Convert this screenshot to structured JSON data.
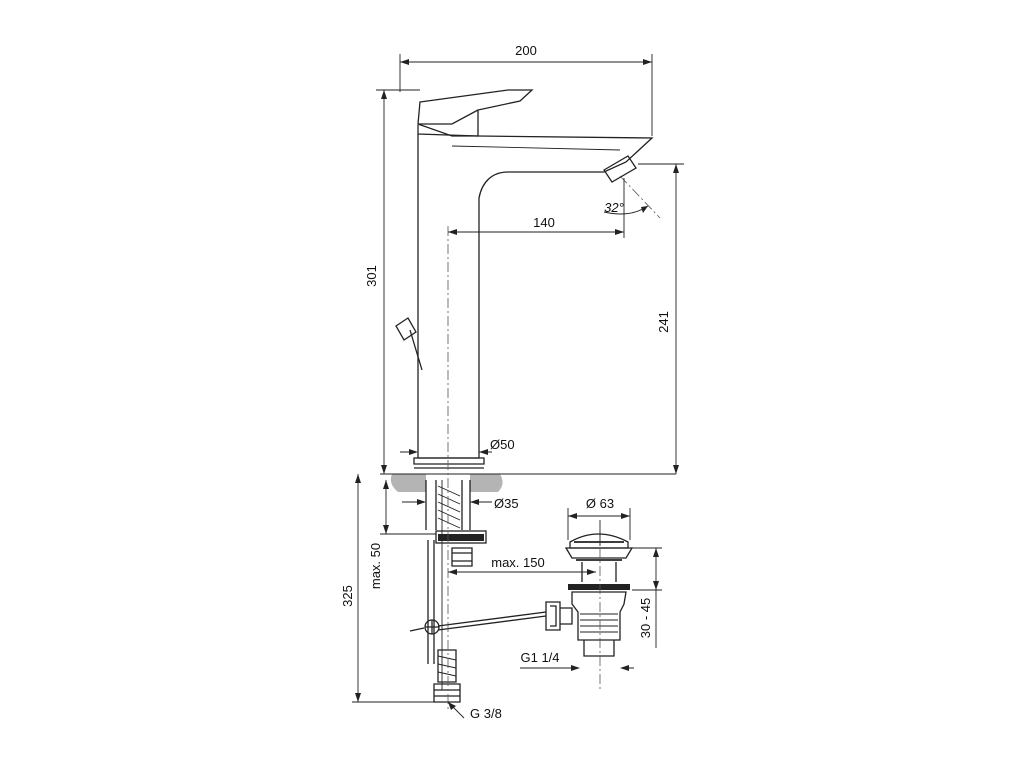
{
  "dimensions": {
    "overall_width": "200",
    "spout_reach": "140",
    "total_height": "301",
    "outlet_height": "241",
    "body_diameter": "Ø50",
    "shank_diameter": "Ø35",
    "waste_diameter": "Ø 63",
    "max_deck_thickness": "max. 50",
    "max_distance": "max. 150",
    "waste_adjust": "30 - 45",
    "below_deck_height": "325",
    "spray_angle": "32°",
    "waste_thread": "G1 1/4",
    "supply_thread": "G 3/8"
  },
  "colors": {
    "line": "#222222",
    "deck_fill": "#b4b4b4",
    "background": "#ffffff"
  }
}
